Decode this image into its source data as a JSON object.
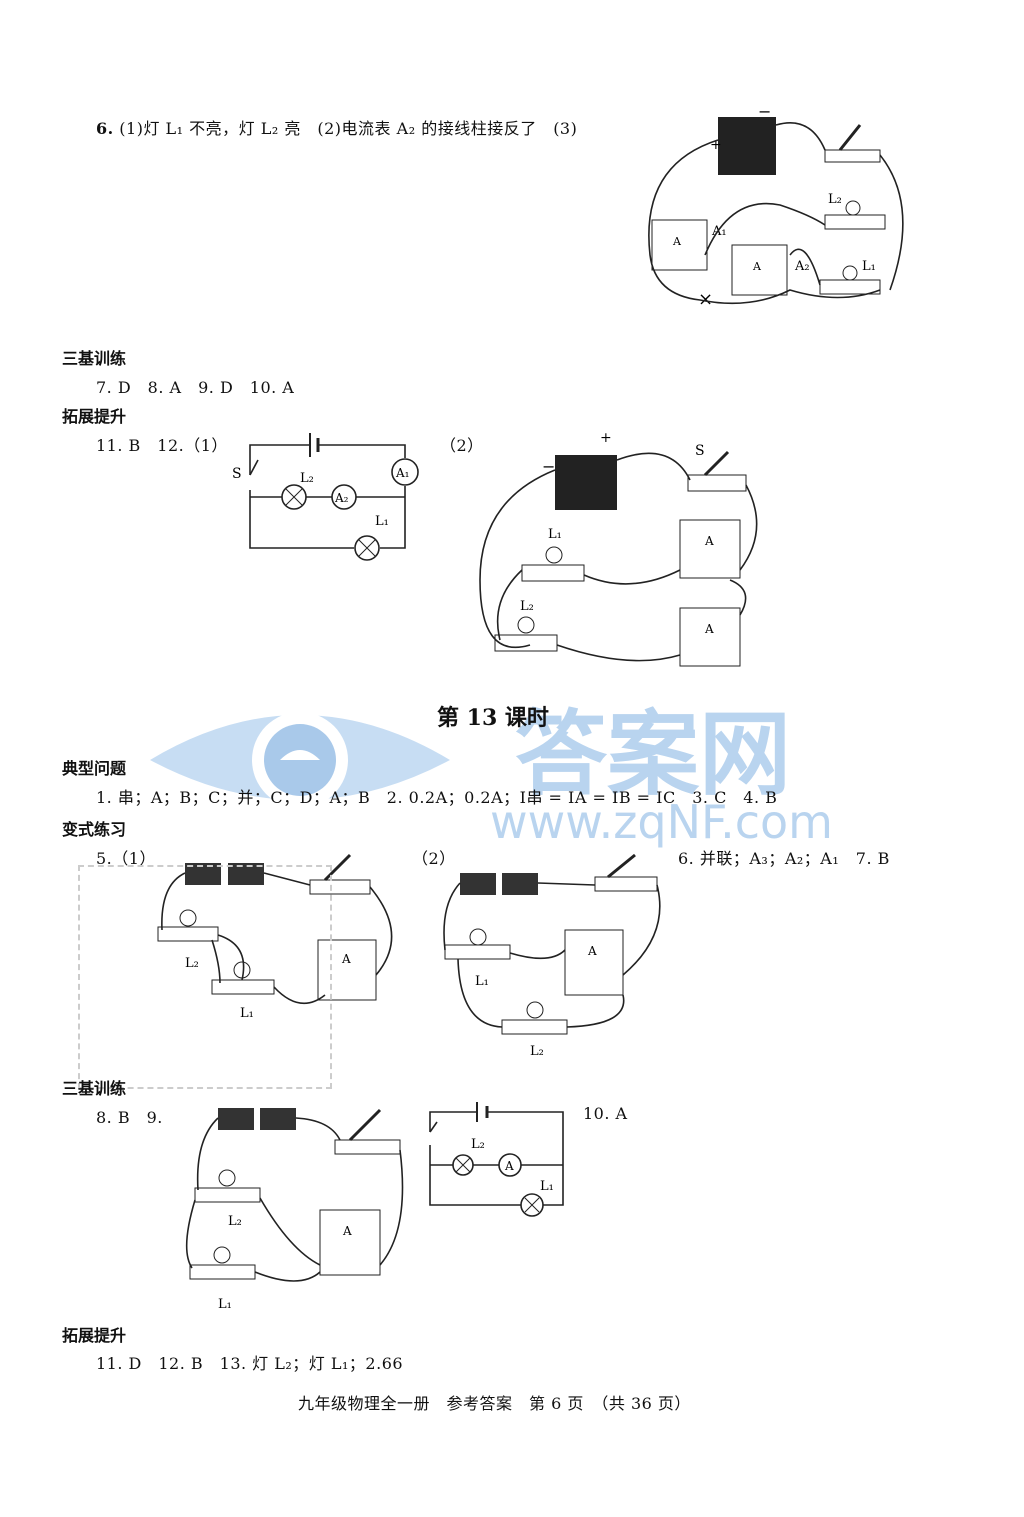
{
  "q6": {
    "prefix": "6.",
    "text": "(1)灯 L₁ 不亮，灯 L₂ 亮　(2)电流表 A₂ 的接线柱接反了　(3)"
  },
  "sec1": {
    "heading": "三基训练",
    "answers": "7. D　8. A　9. D　10. A"
  },
  "sec2": {
    "heading": "拓展提升",
    "answers": "11. B　12.（1）",
    "part2": "（2）"
  },
  "lesson_title": "第 13 课时",
  "sec3": {
    "heading": "典型问题",
    "answers": "1. 串；A；B；C；并；C；D；A；B　2. 0.2A；0.2A；I串 = IA = IB = IC　3. C　4. B"
  },
  "sec4": {
    "heading": "变式练习",
    "q5_1": "5.（1）",
    "q5_2": "（2）",
    "q6_7": "6. 并联；A₃；A₂；A₁　7. B"
  },
  "sec5": {
    "heading": "三基训练",
    "q8_9": "8. B　9.",
    "q10": "10. A"
  },
  "sec6": {
    "heading": "拓展提升",
    "answers": "11. D　12. B　13. 灯 L₂；灯 L₁；2.66"
  },
  "footer": "九年级物理全一册　参考答案　第 6 页　（共 36 页）",
  "labels": {
    "plus": "+",
    "minus": "−",
    "A1": "A₁",
    "A2": "A₂",
    "L1": "L₁",
    "L2": "L₂",
    "S": "S",
    "A": "A",
    "x_mark": "×"
  },
  "watermark": {
    "brand": "答案网",
    "url": "www.zqNF.com"
  }
}
